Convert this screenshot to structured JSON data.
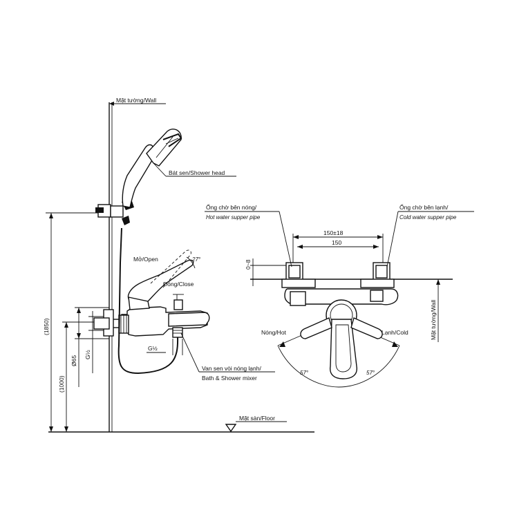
{
  "labels": {
    "wall_top": "Mặt tường/Wall",
    "shower_head": "Bát sen/Shower head",
    "open": "Mở/Open",
    "angle_lever": "27°",
    "close": "Đóng/Close",
    "g_half_h": "G½",
    "g_half_v": "G½",
    "mixer_vi": "Van sen vòi nóng lạnh/",
    "mixer_en": "Bath & Shower mixer",
    "floor": "Mặt sàn/Floor",
    "dim_1850": "(1850)",
    "dim_1000": "(1000)",
    "dim_65": "Ø65",
    "hot_pipe_vi": "Ống chờ bên nóng/",
    "hot_pipe_en": "Hot water supper pipe",
    "cold_pipe_vi": "Ống chờ bên lạnh/",
    "cold_pipe_en": "Cold water supper pipe",
    "dim_150_18": "150±18",
    "dim_150": "150",
    "dim_0_8": "0~8",
    "hot": "Nóng/Hot",
    "cold": "Lạnh/Cold",
    "angle_left": "57°",
    "angle_right": "57°",
    "wall_right": "Mặt tường/Wall"
  }
}
